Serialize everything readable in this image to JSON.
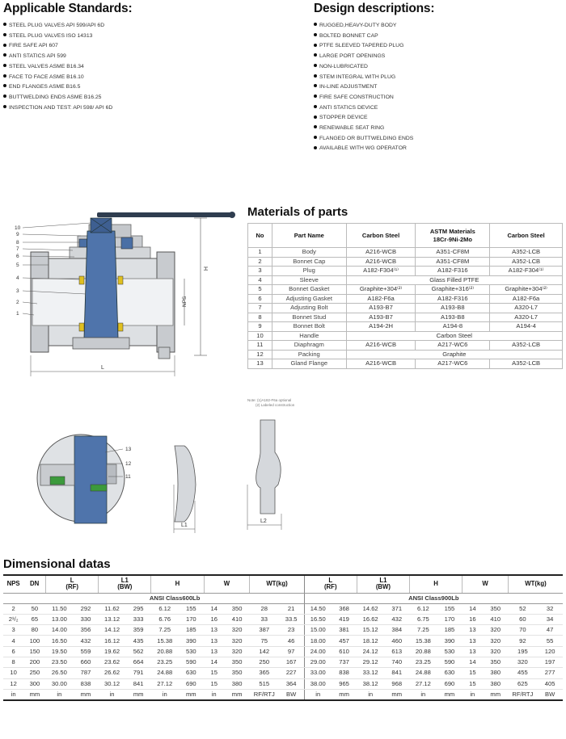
{
  "standards": {
    "title": "Applicable Standards:",
    "items": [
      "STEEL PLUG VALVES API 599/API 6D",
      "STEEL PLUG VALVES ISO 14313",
      "FIRE SAFE API 607",
      "ANTI STATICS API 599",
      "STEEL VALVES ASME B16.34",
      "FACE TO FACE ASME B16.10",
      "END FLANGES ASME B16.5",
      "BUTTWELDING ENDS ASME B16.25",
      "INSPECTION AND TEST: API 598/ API 6D"
    ]
  },
  "design": {
    "title": "Design descriptions:",
    "items": [
      "RUGGED,HEAVY-DUTY BODY",
      "BOLTED BONNET CAP",
      "PTFE SLEEVED TAPERED PLUG",
      "LARGE PORT OPENINGS",
      "NON-LUBRICATED",
      "STEM INTEGRAL WITH PLUG",
      "IN-LINE ADJUSTMENT",
      "FIRE SAFE  CONSTRUCTION",
      "ANTI STATICS DEVICE",
      "STOPPER DEVICE",
      "RENEWABLE SEAT RING",
      "FLANGED OR BUTTWELDING ENDS",
      "AVAILABLE WITH WG OPERATOR"
    ]
  },
  "materials": {
    "title": "Materials of parts",
    "headers": {
      "no": "No",
      "part": "Part Name",
      "cs": "Carbon Steel",
      "astm_line1": "ASTM Materials",
      "astm_line2": "18Cr-9Ni-2Mo",
      "cs2": "Carbon Steel"
    },
    "rows": [
      {
        "no": "1",
        "part": "Body",
        "c1": "A216-WCB",
        "c2": "A351-CF8M",
        "c3": "A352-LCB"
      },
      {
        "no": "2",
        "part": "Bonnet Cap",
        "c1": "A216-WCB",
        "c2": "A351-CF8M",
        "c3": "A352-LCB"
      },
      {
        "no": "3",
        "part": "Plug",
        "c1": "A182-F304⁽¹⁾",
        "c2": "A182-F316",
        "c3": "A182-F304⁽¹⁾"
      },
      {
        "no": "4",
        "part": "Sleeve",
        "span": "Glass Filled PTFE"
      },
      {
        "no": "5",
        "part": "Bonnet Gasket",
        "c1": "Graphite+304⁽²⁾",
        "c2": "Graphite+316⁽²⁾",
        "c3": "Graphite+304⁽²⁾"
      },
      {
        "no": "6",
        "part": "Adjusting Gasket",
        "c1": "A182-F6a",
        "c2": "A182-F316",
        "c3": "A182-F6a"
      },
      {
        "no": "7",
        "part": "Adjusting Bolt",
        "c1": "A193-B7",
        "c2": "A193-B8",
        "c3": "A320-L7"
      },
      {
        "no": "8",
        "part": "Bonnet Stud",
        "c1": "A193-B7",
        "c2": "A193-B8",
        "c3": "A320-L7"
      },
      {
        "no": "9",
        "part": "Bonnet Bolt",
        "c1": "A194-2H",
        "c2": "A194-8",
        "c3": "A194-4"
      },
      {
        "no": "10",
        "part": "Handle",
        "span": "Carbon Steel"
      },
      {
        "no": "11",
        "part": "Diaphragm",
        "c1": "A216-WCB",
        "c2": "A217-WC6",
        "c3": "A352-LCB"
      },
      {
        "no": "12",
        "part": "Packing",
        "span": "Graphite"
      },
      {
        "no": "13",
        "part": "Gland Flange",
        "c1": "A216-WCB",
        "c2": "A217-WC6",
        "c3": "A352-LCB"
      }
    ],
    "note_line1": "Note: (1)A182-F6a optional",
    "note_line2": "(2) Labeled construction"
  },
  "drawing_labels": {
    "callouts_main": [
      "10",
      "9",
      "8",
      "7",
      "6",
      "5",
      "4",
      "3",
      "2",
      "1"
    ],
    "h1": "H",
    "nps": "NPS",
    "l": "L",
    "callouts_detail": [
      "13",
      "12",
      "11"
    ],
    "l1": "L1",
    "l2": "L2"
  },
  "dimensional": {
    "title": "Dimensional datas",
    "headers": {
      "nps": "NPS",
      "dn": "DN",
      "l": "L",
      "rf": "(RF)",
      "l1": "L1",
      "bw": "(BW)",
      "h": "H",
      "w": "W",
      "wt": "WT(kg)"
    },
    "class_left": "ANSI Class600Lb",
    "class_right": "ANSI Class900Lb",
    "rows": [
      [
        "2",
        "50",
        "11.50",
        "292",
        "11.62",
        "295",
        "6.12",
        "155",
        "14",
        "350",
        "28",
        "21",
        "14.50",
        "368",
        "14.62",
        "371",
        "6.12",
        "155",
        "14",
        "350",
        "52",
        "32"
      ],
      [
        "2¹/₂",
        "65",
        "13.00",
        "330",
        "13.12",
        "333",
        "6.76",
        "170",
        "16",
        "410",
        "33",
        "33.5",
        "16.50",
        "419",
        "16.62",
        "432",
        "6.75",
        "170",
        "16",
        "410",
        "60",
        "34"
      ],
      [
        "3",
        "80",
        "14.00",
        "356",
        "14.12",
        "359",
        "7.25",
        "185",
        "13",
        "320",
        "387",
        "23",
        "15.00",
        "381",
        "15.12",
        "384",
        "7.25",
        "185",
        "13",
        "320",
        "70",
        "47"
      ],
      [
        "4",
        "100",
        "16.50",
        "432",
        "16.12",
        "435",
        "15.38",
        "390",
        "13",
        "320",
        "75",
        "46",
        "18.00",
        "457",
        "18.12",
        "460",
        "15.38",
        "390",
        "13",
        "320",
        "92",
        "55"
      ],
      [
        "6",
        "150",
        "19.50",
        "559",
        "19.62",
        "562",
        "20.88",
        "530",
        "13",
        "320",
        "142",
        "97",
        "24.00",
        "610",
        "24.12",
        "613",
        "20.88",
        "530",
        "13",
        "320",
        "195",
        "120"
      ],
      [
        "8",
        "200",
        "23.50",
        "660",
        "23.62",
        "664",
        "23.25",
        "590",
        "14",
        "350",
        "250",
        "167",
        "29.00",
        "737",
        "29.12",
        "740",
        "23.25",
        "590",
        "14",
        "350",
        "320",
        "197"
      ],
      [
        "10",
        "250",
        "26.50",
        "787",
        "26.62",
        "791",
        "24.88",
        "630",
        "15",
        "350",
        "365",
        "227",
        "33.00",
        "838",
        "33.12",
        "841",
        "24.88",
        "630",
        "15",
        "380",
        "455",
        "277"
      ],
      [
        "12",
        "300",
        "30.00",
        "838",
        "30.12",
        "841",
        "27.12",
        "690",
        "15",
        "380",
        "515",
        "364",
        "38.00",
        "965",
        "38.12",
        "968",
        "27.12",
        "690",
        "15",
        "380",
        "625",
        "405"
      ]
    ],
    "units": [
      "in",
      "mm",
      "in",
      "mm",
      "in",
      "mm",
      "in",
      "mm",
      "in",
      "mm",
      "RF/RTJ",
      "BW",
      "in",
      "mm",
      "in",
      "mm",
      "in",
      "mm",
      "in",
      "mm",
      "RF/RTJ",
      "BW"
    ]
  }
}
